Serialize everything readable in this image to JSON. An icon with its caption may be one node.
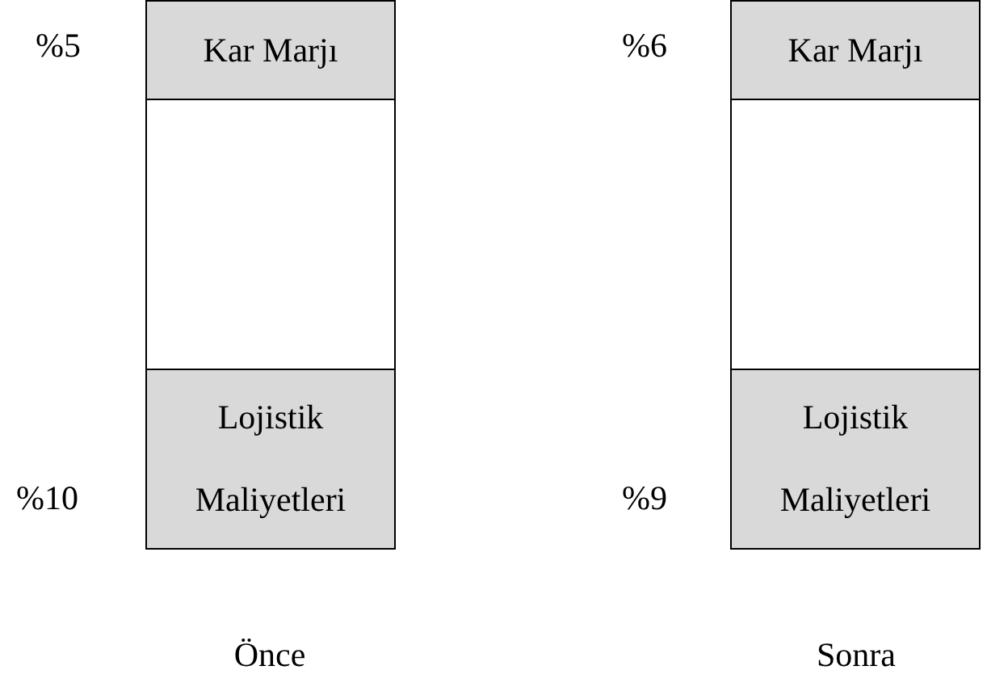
{
  "diagram": {
    "nodes": [
      {
        "text": [
          "Kar Marjı"
        ],
        "beside": [
          "%5"
        ]
      },
      {
        "text": [],
        "shape": "box"
      },
      {
        "text": [
          "Lojistik Maliyetleri"
        ],
        "beside": [
          "%10"
        ]
      },
      {
        "text": [
          "Kar Marjı"
        ],
        "beside": [
          "%6"
        ]
      },
      {
        "text": [],
        "shape": "box"
      },
      {
        "text": [
          "Lojistik Maliyetleri"
        ],
        "beside": [
          "%9"
        ]
      }
    ],
    "edges": [],
    "labels": [
      "Önce",
      "Sonra"
    ]
  }
}
